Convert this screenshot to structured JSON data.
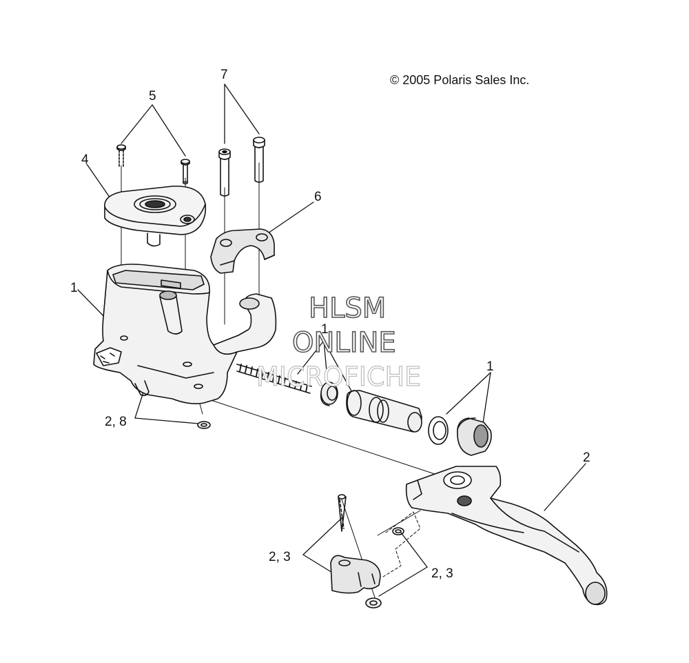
{
  "copyright": "© 2005 Polaris Sales Inc.",
  "watermark": {
    "line1": "HLSM",
    "line2": "ONLINE",
    "line3": "MICROFICHE"
  },
  "callouts": {
    "c5": "5",
    "c7": "7",
    "c4": "4",
    "c6": "6",
    "c1_reservoir": "1",
    "c1_center": "1",
    "c1_right": "1",
    "c2_lever": "2",
    "c28": "2, 8",
    "c23_left": "2, 3",
    "c23_right": "2, 3"
  }
}
